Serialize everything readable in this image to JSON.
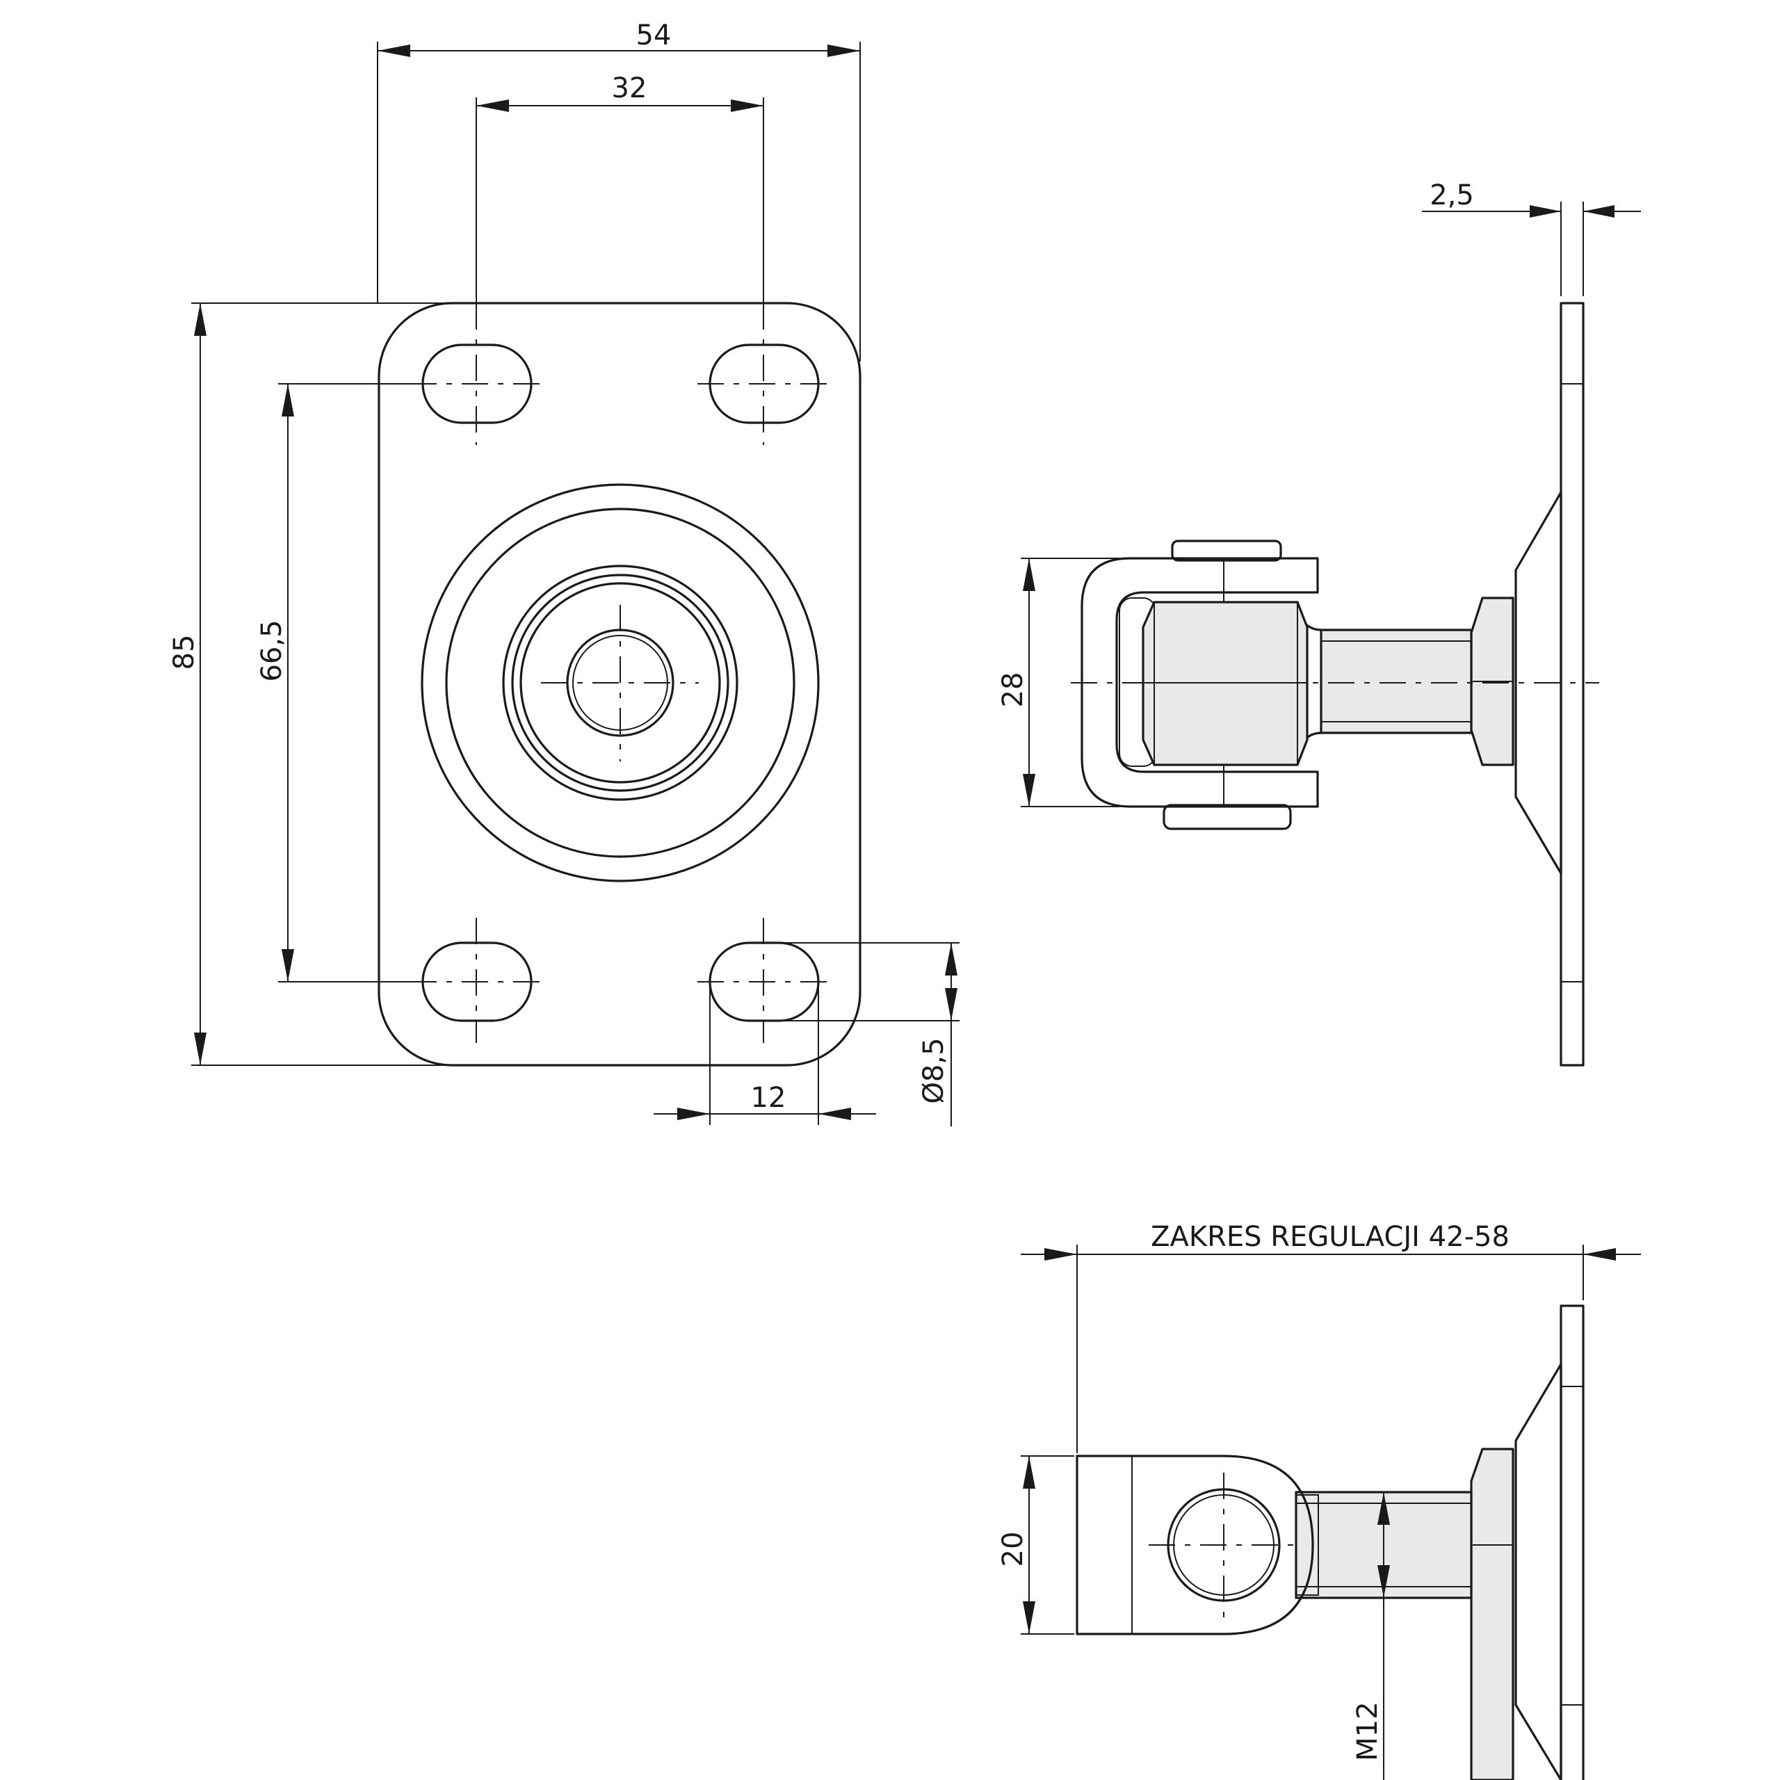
{
  "dimensions": {
    "plate_width": "54",
    "hole_spacing_x": "32",
    "plate_height": "85",
    "hole_spacing_y": "66,5",
    "slot_length": "12",
    "hole_diameter": "8,5",
    "diameter_symbol": "Ø",
    "plate_thickness": "2,5",
    "hinge_height_side": "28",
    "adjustment_range": "ZAKRES REGULACJI 42-58",
    "eye_height": "20",
    "thread": "M12"
  },
  "colors": {
    "line": "#1a1a1a",
    "background": "#ffffff",
    "shade": "#e9e9e9"
  }
}
